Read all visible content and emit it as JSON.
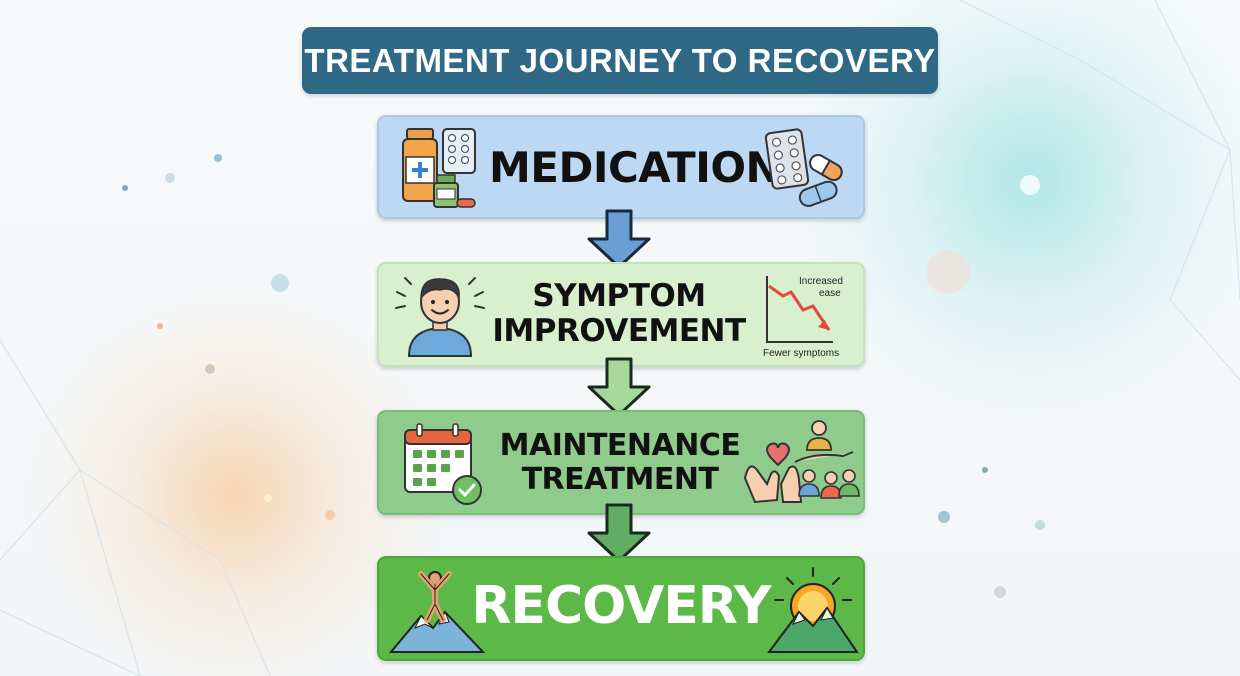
{
  "title": "TREATMENT JOURNEY TO RECOVERY",
  "steps": [
    {
      "label": "MEDICATION",
      "color": "#bcd8f2"
    },
    {
      "label": "SYMPTOM IMPROVEMENT",
      "color": "#d9f0cf",
      "chart_labels": {
        "top": "Increased ease",
        "bottom": "Fewer symptoms"
      }
    },
    {
      "label": "MAINTENANCE TREATMENT",
      "color": "#8fcc8c"
    },
    {
      "label": "RECOVERY",
      "color": "#5cb947"
    }
  ],
  "colors": {
    "title_bg": "#2f6986",
    "arrow_blue": "#6a9fd6",
    "arrow_green": "#79c27a"
  },
  "icons": [
    "medicine-bottles-icon",
    "pill-blister-icon",
    "smiling-person-icon",
    "declining-chart-icon",
    "calendar-check-icon",
    "caring-hands-icon",
    "community-icon",
    "person-on-mountain-icon",
    "sunrise-mountain-icon"
  ]
}
